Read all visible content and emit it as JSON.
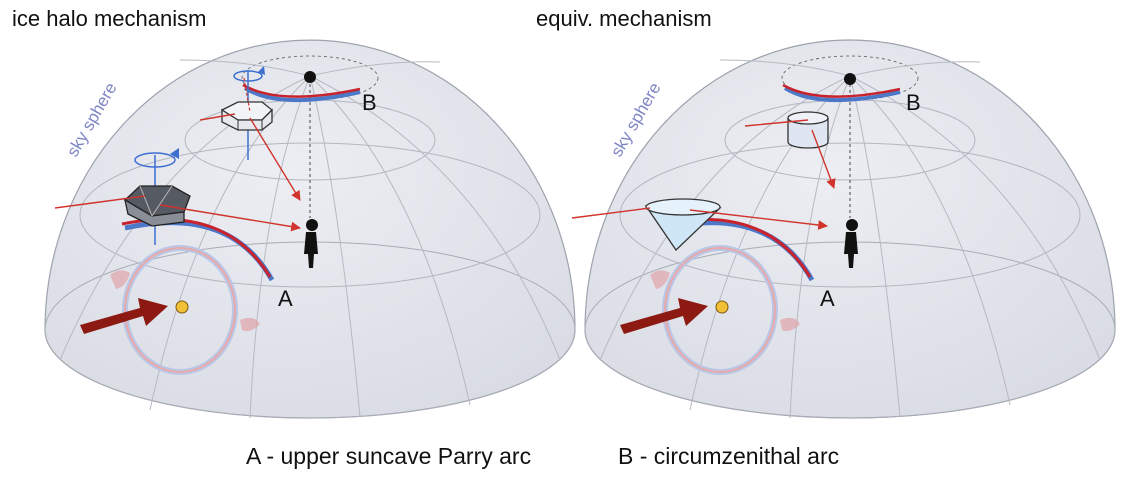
{
  "titles": {
    "left": "ice halo mechanism",
    "right": "equiv. mechanism"
  },
  "sphere_label": "sky sphere",
  "points": {
    "a": "A",
    "b": "B"
  },
  "captions": {
    "a": "A - upper suncave Parry arc",
    "b": "B - circumzenithal arc"
  },
  "colors": {
    "dome_fill": "#e3e5ec",
    "dome_line": "#9ea2ad",
    "ray": "#d0342c",
    "arc_red": "#c8232c",
    "arc_blue": "#4c78c8",
    "axis_blue": "#3d6fd0",
    "sun": "#f2c037",
    "sun_arrow": "#8c1a12",
    "sky_text": "#7f86c4"
  },
  "icons": [
    "hexagonal-crystal-icon",
    "rotation-arrow-icon",
    "cylinder-icon",
    "cone-icon",
    "observer-figure-icon",
    "zenith-dot-icon",
    "sun-dot-icon",
    "sun-direction-arrow-icon"
  ]
}
